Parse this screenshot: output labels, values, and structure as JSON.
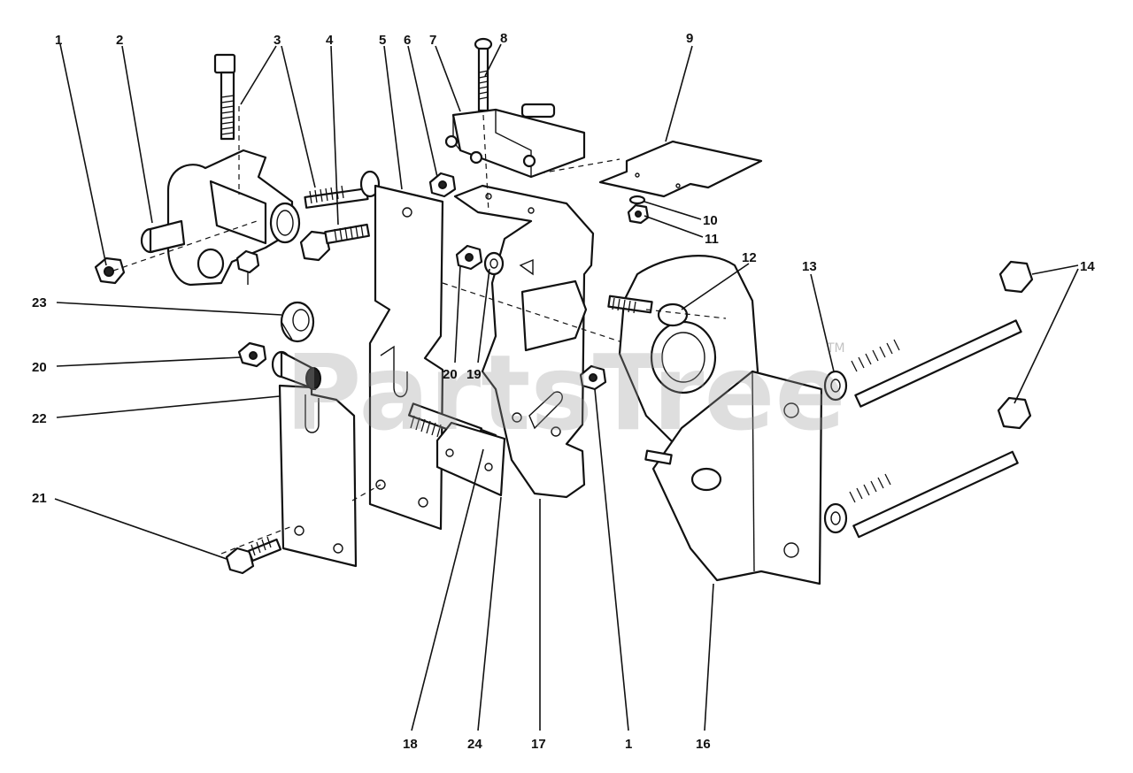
{
  "diagram": {
    "watermark": "PartsTree",
    "watermark_tm": "TM",
    "callouts": [
      {
        "id": "c1a",
        "label": "1"
      },
      {
        "id": "c2",
        "label": "2"
      },
      {
        "id": "c3",
        "label": "3"
      },
      {
        "id": "c4",
        "label": "4"
      },
      {
        "id": "c5",
        "label": "5"
      },
      {
        "id": "c6",
        "label": "6"
      },
      {
        "id": "c7",
        "label": "7"
      },
      {
        "id": "c8",
        "label": "8"
      },
      {
        "id": "c9",
        "label": "9"
      },
      {
        "id": "c10",
        "label": "10"
      },
      {
        "id": "c11",
        "label": "11"
      },
      {
        "id": "c12",
        "label": "12"
      },
      {
        "id": "c13",
        "label": "13"
      },
      {
        "id": "c14",
        "label": "14"
      },
      {
        "id": "c23",
        "label": "23"
      },
      {
        "id": "c20a",
        "label": "20"
      },
      {
        "id": "c20b",
        "label": "20"
      },
      {
        "id": "c19",
        "label": "19"
      },
      {
        "id": "c22",
        "label": "22"
      },
      {
        "id": "c21",
        "label": "21"
      },
      {
        "id": "c18",
        "label": "18"
      },
      {
        "id": "c24",
        "label": "24"
      },
      {
        "id": "c17",
        "label": "17"
      },
      {
        "id": "c1b",
        "label": "1"
      },
      {
        "id": "c16",
        "label": "16"
      }
    ]
  }
}
